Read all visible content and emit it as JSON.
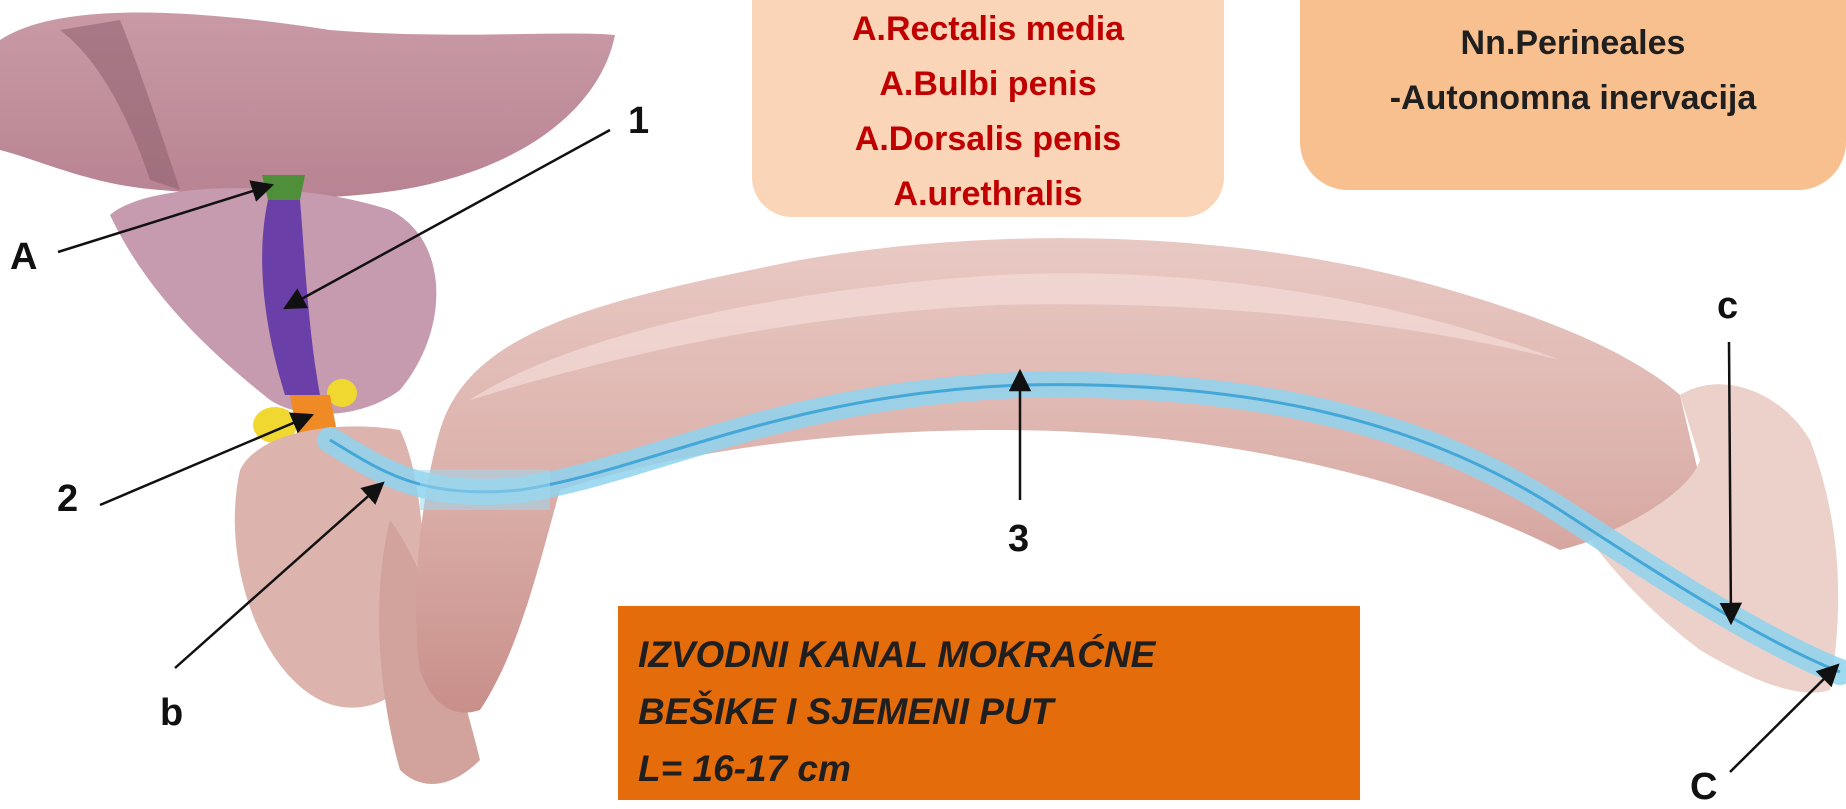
{
  "arteries_box": {
    "lines": [
      "A.Rectalis media",
      "A.Bulbi penis",
      "A.Dorsalis penis",
      "A.urethralis"
    ]
  },
  "nerves_box": {
    "lines": [
      "Nn.Perineales",
      "-Autonomna inervacija"
    ]
  },
  "title_box": {
    "lines": [
      "IZVODNI KANAL MOKRAĆNE",
      "BEŠIKE I SJEMENI PUT",
      "L= 16-17 cm"
    ]
  },
  "labels": {
    "A": "A",
    "one": "1",
    "two": "2",
    "three": "3",
    "b": "b",
    "c_lower": "c",
    "C_upper": "C"
  },
  "colors": {
    "arteries_box_bg": "#fbd5b8",
    "nerves_box_bg": "#f9c08f",
    "title_box_bg": "#e46c0a",
    "artery_text": "#c00000",
    "urethra_blue": "#8fd3ef",
    "prostatic_segment": "#6a3fa8",
    "membranous_segment": "#f08a24",
    "bladder_neck": "#4f8f3a",
    "glands": "#f0d830"
  }
}
